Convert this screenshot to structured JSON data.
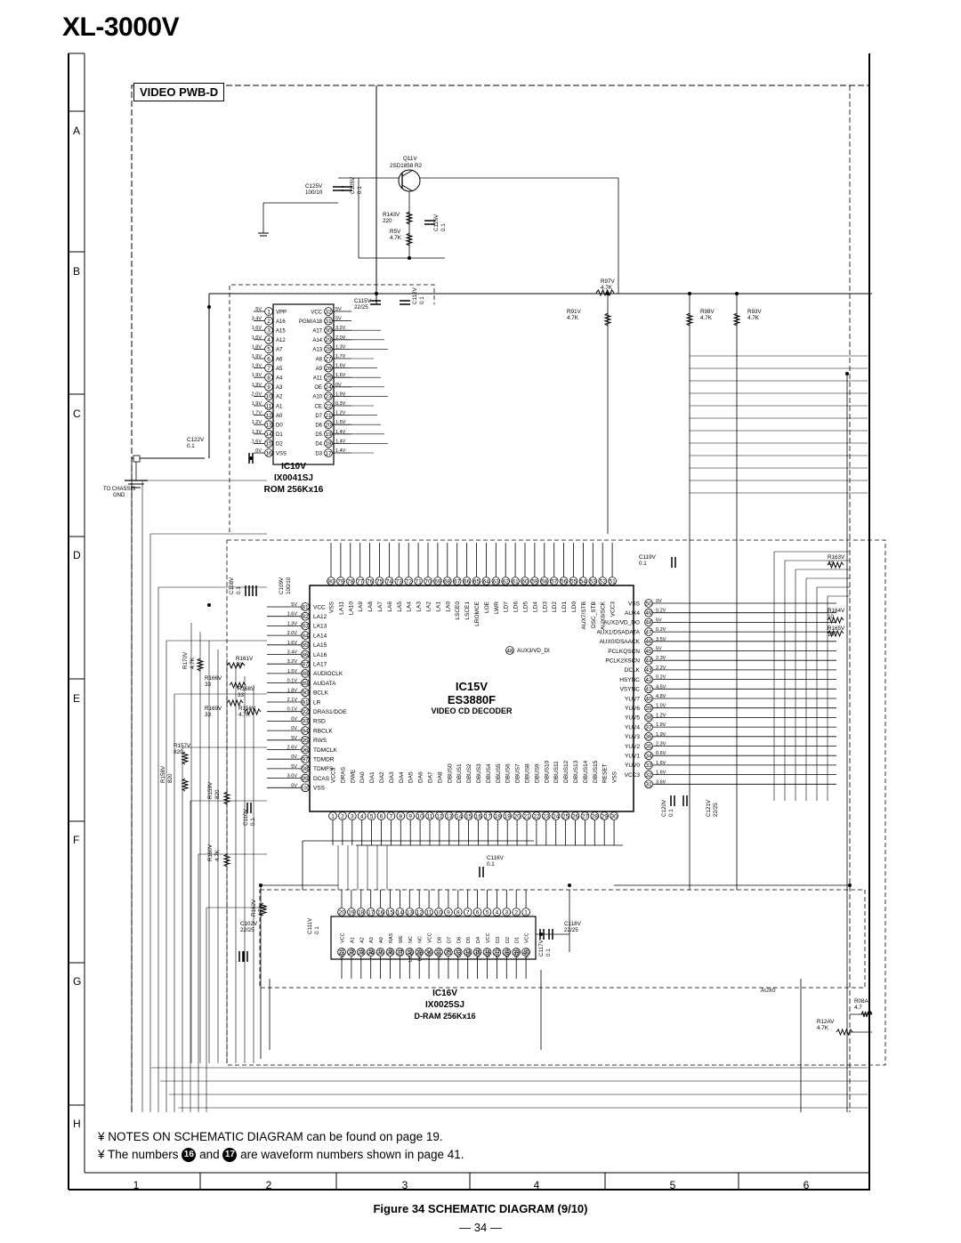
{
  "document": {
    "title": "XL-3000V",
    "board": "VIDEO PWB-D",
    "caption": "Figure 34 SCHEMATIC DIAGRAM (9/10)",
    "page": "— 34 —"
  },
  "grid": {
    "rows": [
      "A",
      "B",
      "C",
      "D",
      "E",
      "F",
      "G",
      "H"
    ],
    "cols": [
      "1",
      "2",
      "3",
      "4",
      "5",
      "6"
    ]
  },
  "notes": {
    "line1": "¥ NOTES ON SCHEMATIC DIAGRAM can be found on page 19.",
    "line2_prefix": "¥ The numbers",
    "marker_a": "16",
    "line2_and": "and",
    "marker_b": "17",
    "line2_suffix": "are waveform numbers shown in page 41."
  },
  "ics": {
    "ic10": {
      "ref": "IC10V",
      "part": "IX0041SJ",
      "desc": "ROM 256Kx16"
    },
    "ic15": {
      "ref": "IC15V",
      "part": "ES3880F",
      "desc": "VIDEO CD DECODER"
    },
    "ic16": {
      "ref": "IC16V",
      "part": "IX0025SJ",
      "desc": "D-RAM 256Kx16"
    }
  },
  "misc": {
    "chassis1": "TO CHASSIS",
    "chassis2": "GND",
    "q11": "Q11V",
    "q11part": "2SD1858 R2",
    "aux3": "AUX3/VD_DI",
    "aux3pin": "48",
    "aux0": "AUX0"
  },
  "components": [
    {
      "t": "C125V",
      "v": "100/10"
    },
    {
      "t": "C105V",
      "v": "0.1"
    },
    {
      "t": "R143V",
      "v": "220"
    },
    {
      "t": "R5V",
      "v": "4.7K"
    },
    {
      "t": "C126V",
      "v": "0.1"
    },
    {
      "t": "C115V",
      "v": "22/25"
    },
    {
      "t": "C112V",
      "v": "0.1"
    },
    {
      "t": "R97V",
      "v": "4.7K"
    },
    {
      "t": "R91V",
      "v": "4.7K"
    },
    {
      "t": "R98V",
      "v": "4.7K"
    },
    {
      "t": "R93V",
      "v": "4.7K"
    },
    {
      "t": "C122V",
      "v": "0.1"
    },
    {
      "t": "C108V",
      "v": "0.1"
    },
    {
      "t": "C109V",
      "v": "100/10"
    },
    {
      "t": "C119V",
      "v": "0.1"
    },
    {
      "t": "R163V",
      "v": "33"
    },
    {
      "t": "R164V",
      "v": "10"
    },
    {
      "t": "R165V",
      "v": "10"
    },
    {
      "t": "R170V",
      "v": "4.7K"
    },
    {
      "t": "R161V",
      "v": "33"
    },
    {
      "t": "R166V",
      "v": "33"
    },
    {
      "t": "R168V",
      "v": "33"
    },
    {
      "t": "R169V",
      "v": "33"
    },
    {
      "t": "R156V",
      "v": "4.7K"
    },
    {
      "t": "R157V",
      "v": "820"
    },
    {
      "t": "R158V",
      "v": "820"
    },
    {
      "t": "R159V",
      "v": "820"
    },
    {
      "t": "C110V",
      "v": "0.1"
    },
    {
      "t": "C120V",
      "v": "0.1"
    },
    {
      "t": "C121V",
      "v": "22/25"
    },
    {
      "t": "R160V",
      "v": "4.7K"
    },
    {
      "t": "C116V",
      "v": "0.1"
    },
    {
      "t": "R162V",
      "v": "4.7K"
    },
    {
      "t": "C102V",
      "v": "22/25"
    },
    {
      "t": "C111V",
      "v": "0.1"
    },
    {
      "t": "C117V",
      "v": "0.1"
    },
    {
      "t": "C118V",
      "v": "22/25"
    },
    {
      "t": "R12AV",
      "v": "4.7K"
    },
    {
      "t": "R08A",
      "v": "4.7"
    }
  ],
  "ic10_left": [
    {
      "n": "1",
      "name": "VPP",
      "v": "5V"
    },
    {
      "n": "2",
      "name": "A16",
      "v": "3.4V"
    },
    {
      "n": "3",
      "name": "A15",
      "v": "1.6V"
    },
    {
      "n": "4",
      "name": "A12",
      "v": "1.6V"
    },
    {
      "n": "5",
      "name": "A7",
      "v": "1.8V"
    },
    {
      "n": "6",
      "name": "A6",
      "v": "1.9V"
    },
    {
      "n": "7",
      "name": "A5",
      "v": "1.9V"
    },
    {
      "n": "8",
      "name": "A4",
      "v": "1.9V"
    },
    {
      "n": "9",
      "name": "A3",
      "v": "1.9V"
    },
    {
      "n": "10",
      "name": "A2",
      "v": "2.0V"
    },
    {
      "n": "11",
      "name": "A1",
      "v": "1.9V"
    },
    {
      "n": "12",
      "name": "A0",
      "v": "1.7V"
    },
    {
      "n": "13",
      "name": "D0",
      "v": "1.2V"
    },
    {
      "n": "14",
      "name": "D1",
      "v": "1.3V"
    },
    {
      "n": "15",
      "name": "D2",
      "v": "1.6V"
    },
    {
      "n": "16",
      "name": "VSS",
      "v": "0V"
    }
  ],
  "ic10_right": [
    {
      "n": "32",
      "name": "VCC",
      "v": "5V"
    },
    {
      "n": "31",
      "name": "PGM/A18",
      "v": "5V"
    },
    {
      "n": "30",
      "name": "A17",
      "v": "3.2V"
    },
    {
      "n": "29",
      "name": "A14",
      "v": "2.0V"
    },
    {
      "n": "28",
      "name": "A13",
      "v": "1.3V"
    },
    {
      "n": "27",
      "name": "A8",
      "v": "1.7V"
    },
    {
      "n": "26",
      "name": "A9",
      "v": "1.6V"
    },
    {
      "n": "25",
      "name": "A11",
      "v": "1.6V"
    },
    {
      "n": "24",
      "name": "OE",
      "v": "0V"
    },
    {
      "n": "23",
      "name": "A10",
      "v": "1.9V"
    },
    {
      "n": "22",
      "name": "CE",
      "v": "0.3V"
    },
    {
      "n": "21",
      "name": "D7",
      "v": "1.2V"
    },
    {
      "n": "20",
      "name": "D6",
      "v": "1.5V"
    },
    {
      "n": "19",
      "name": "D5",
      "v": "1.4V"
    },
    {
      "n": "18",
      "name": "D4",
      "v": "1.4V"
    },
    {
      "n": "17",
      "name": "D3",
      "v": "1.4V"
    }
  ],
  "ic15_left": [
    {
      "n": "81",
      "name": "VCC",
      "v": "5V"
    },
    {
      "n": "82",
      "name": "LA12",
      "v": "1.6V"
    },
    {
      "n": "83",
      "name": "LA13",
      "v": "1.3V"
    },
    {
      "n": "84",
      "name": "LA14",
      "v": "2.0V"
    },
    {
      "n": "85",
      "name": "LA15",
      "v": "1.6V"
    },
    {
      "n": "86",
      "name": "LA16",
      "v": "3.4V"
    },
    {
      "n": "87",
      "name": "LA17",
      "v": "3.2V"
    },
    {
      "n": "88",
      "name": "AUDIOCLK",
      "v": "1.5V"
    },
    {
      "n": "89",
      "name": "AUDATA",
      "v": "0.1V"
    },
    {
      "n": "90",
      "name": "BCLK",
      "v": "1.8V"
    },
    {
      "n": "91",
      "name": "LR",
      "v": "2.1V"
    },
    {
      "n": "92",
      "name": "DRAS1/DOE",
      "v": "0.1V"
    },
    {
      "n": "93",
      "name": "RSD",
      "v": "0V"
    },
    {
      "n": "94",
      "name": "RBCLK",
      "v": "0V"
    },
    {
      "n": "95",
      "name": "RWS",
      "v": "5V"
    },
    {
      "n": "96",
      "name": "TDMCLK",
      "v": "2.6V"
    },
    {
      "n": "97",
      "name": "TDMDR",
      "v": "0V"
    },
    {
      "n": "98",
      "name": "TDMFS",
      "v": "5V"
    },
    {
      "n": "99",
      "name": "DCAS",
      "v": "3.0V"
    },
    {
      "n": "100",
      "name": "VSS",
      "v": "0V"
    }
  ],
  "ic15_right": [
    {
      "n": "50",
      "name": "VSS",
      "v": "0V"
    },
    {
      "n": "49",
      "name": "AUX4",
      "v": "0.2V"
    },
    {
      "n": "48",
      "name": "AUX2/VD_DO",
      "v": "5V"
    },
    {
      "n": "47",
      "name": "AUX1/DSADATA",
      "v": "0.2V"
    },
    {
      "n": "46",
      "name": "AUX0/DSAACK",
      "v": "3.5V"
    },
    {
      "n": "45",
      "name": "PCLKQSCN",
      "v": "5V"
    },
    {
      "n": "44",
      "name": "PCLK2XSCN",
      "v": "2.3V"
    },
    {
      "n": "43",
      "name": "DCLK",
      "v": "2.2V"
    },
    {
      "n": "42",
      "name": "HSYNC",
      "v": "0.2V"
    },
    {
      "n": "41",
      "name": "VSYNC",
      "v": "4.5V"
    },
    {
      "n": "40",
      "name": "YUV7",
      "v": "4.8V"
    },
    {
      "n": "39",
      "name": "YUV6",
      "v": "1.0V"
    },
    {
      "n": "38",
      "name": "YUV5",
      "v": "1.2V"
    },
    {
      "n": "37",
      "name": "YUV4",
      "v": "1.9V"
    },
    {
      "n": "36",
      "name": "YUV3",
      "v": "1.9V"
    },
    {
      "n": "35",
      "name": "YUV2",
      "v": "2.3V"
    },
    {
      "n": "34",
      "name": "YUV1",
      "v": "0.6V"
    },
    {
      "n": "33",
      "name": "YUV0",
      "v": "1.6V"
    },
    {
      "n": "32",
      "name": "VCC3",
      "v": "1.6V"
    },
    {
      "n": "31",
      "name": "",
      "v": "3.6V"
    }
  ],
  "ic15_top": [
    {
      "n": "80",
      "name": "VSS"
    },
    {
      "n": "79",
      "name": "LA11"
    },
    {
      "n": "78",
      "name": "LA10"
    },
    {
      "n": "77",
      "name": "LA9"
    },
    {
      "n": "76",
      "name": "LA8"
    },
    {
      "n": "75",
      "name": "LA7"
    },
    {
      "n": "74",
      "name": "LA6"
    },
    {
      "n": "73",
      "name": "LA5"
    },
    {
      "n": "72",
      "name": "LA4"
    },
    {
      "n": "71",
      "name": "LA3"
    },
    {
      "n": "70",
      "name": "LA2"
    },
    {
      "n": "69",
      "name": "LA1"
    },
    {
      "n": "68",
      "name": "LA0"
    },
    {
      "n": "67",
      "name": "LSCE0"
    },
    {
      "n": "66",
      "name": "LSCE1"
    },
    {
      "n": "65",
      "name": "LROMCE"
    },
    {
      "n": "64",
      "name": "LOE"
    },
    {
      "n": "63",
      "name": "LWR"
    },
    {
      "n": "62",
      "name": "LD7"
    },
    {
      "n": "61",
      "name": "LD6"
    },
    {
      "n": "60",
      "name": "LD5"
    },
    {
      "n": "59",
      "name": "LD4"
    },
    {
      "n": "58",
      "name": "LD3"
    },
    {
      "n": "57",
      "name": "LD2"
    },
    {
      "n": "56",
      "name": "LD1"
    },
    {
      "n": "55",
      "name": "LD0"
    },
    {
      "n": "54",
      "name": "AUX7/STB"
    },
    {
      "n": "53",
      "name": "DSC_STB"
    },
    {
      "n": "52",
      "name": "AUX6/SCK"
    },
    {
      "n": "51",
      "name": "VCC3"
    }
  ],
  "ic15_bottom": [
    {
      "n": "1",
      "name": "VCC3"
    },
    {
      "n": "2",
      "name": "DRAS"
    },
    {
      "n": "3",
      "name": "DWE"
    },
    {
      "n": "4",
      "name": "DA0"
    },
    {
      "n": "5",
      "name": "DA1"
    },
    {
      "n": "6",
      "name": "DA2"
    },
    {
      "n": "7",
      "name": "DA3"
    },
    {
      "n": "8",
      "name": "DA4"
    },
    {
      "n": "9",
      "name": "DA5"
    },
    {
      "n": "10",
      "name": "DA6"
    },
    {
      "n": "11",
      "name": "DA7"
    },
    {
      "n": "12",
      "name": "DA8"
    },
    {
      "n": "13",
      "name": "DBUS0"
    },
    {
      "n": "14",
      "name": "DBUS1"
    },
    {
      "n": "15",
      "name": "DBUS2"
    },
    {
      "n": "16",
      "name": "DBUS3"
    },
    {
      "n": "17",
      "name": "DBUS4"
    },
    {
      "n": "18",
      "name": "DBUS5"
    },
    {
      "n": "19",
      "name": "DBUS6"
    },
    {
      "n": "20",
      "name": "DBUS7"
    },
    {
      "n": "21",
      "name": "DBUS8"
    },
    {
      "n": "22",
      "name": "DBUS9"
    },
    {
      "n": "23",
      "name": "DBUS10"
    },
    {
      "n": "24",
      "name": "DBUS11"
    },
    {
      "n": "25",
      "name": "DBUS12"
    },
    {
      "n": "26",
      "name": "DBUS13"
    },
    {
      "n": "27",
      "name": "DBUS14"
    },
    {
      "n": "28",
      "name": "DBUS15"
    },
    {
      "n": "29",
      "name": "RESET"
    },
    {
      "n": "30",
      "name": "VSS"
    }
  ],
  "ic16_top": [
    {
      "n": "20",
      "name": "VCC"
    },
    {
      "n": "19",
      "name": "A1"
    },
    {
      "n": "18",
      "name": "A2"
    },
    {
      "n": "17",
      "name": "A3"
    },
    {
      "n": "16",
      "name": "A0"
    },
    {
      "n": "15",
      "name": "RAS"
    },
    {
      "n": "14",
      "name": "WE"
    },
    {
      "n": "13",
      "name": "NC"
    },
    {
      "n": "12",
      "name": "NC"
    },
    {
      "n": "11",
      "name": "VCC"
    },
    {
      "n": "10",
      "name": "D8"
    },
    {
      "n": "9",
      "name": "D7"
    },
    {
      "n": "8",
      "name": "D6"
    },
    {
      "n": "7",
      "name": "D5"
    },
    {
      "n": "6",
      "name": "D4"
    },
    {
      "n": "5",
      "name": "VCC"
    },
    {
      "n": "4",
      "name": "D3"
    },
    {
      "n": "3",
      "name": "D2"
    },
    {
      "n": "2",
      "name": "D1"
    },
    {
      "n": "1",
      "name": "VCC"
    }
  ],
  "ic16_bottom": [
    {
      "n": "21",
      "name": "VSS"
    },
    {
      "n": "22",
      "name": "A4"
    },
    {
      "n": "23",
      "name": "A5"
    },
    {
      "n": "24",
      "name": "A6"
    },
    {
      "n": "25",
      "name": "A7"
    },
    {
      "n": "26",
      "name": "A8"
    },
    {
      "n": "27",
      "name": "OE"
    },
    {
      "n": "28",
      "name": "UCAS"
    },
    {
      "n": "29",
      "name": "LCAS"
    },
    {
      "n": "30",
      "name": "NC"
    },
    {
      "n": "31",
      "name": "VSS"
    },
    {
      "n": "32",
      "name": "D9"
    },
    {
      "n": "33",
      "name": "D10"
    },
    {
      "n": "34",
      "name": "D11"
    },
    {
      "n": "35",
      "name": "VSS"
    },
    {
      "n": "36",
      "name": "D12"
    },
    {
      "n": "37",
      "name": "D13"
    },
    {
      "n": "38",
      "name": "D14"
    },
    {
      "n": "39",
      "name": "D15"
    },
    {
      "n": "40",
      "name": "VSS"
    }
  ]
}
